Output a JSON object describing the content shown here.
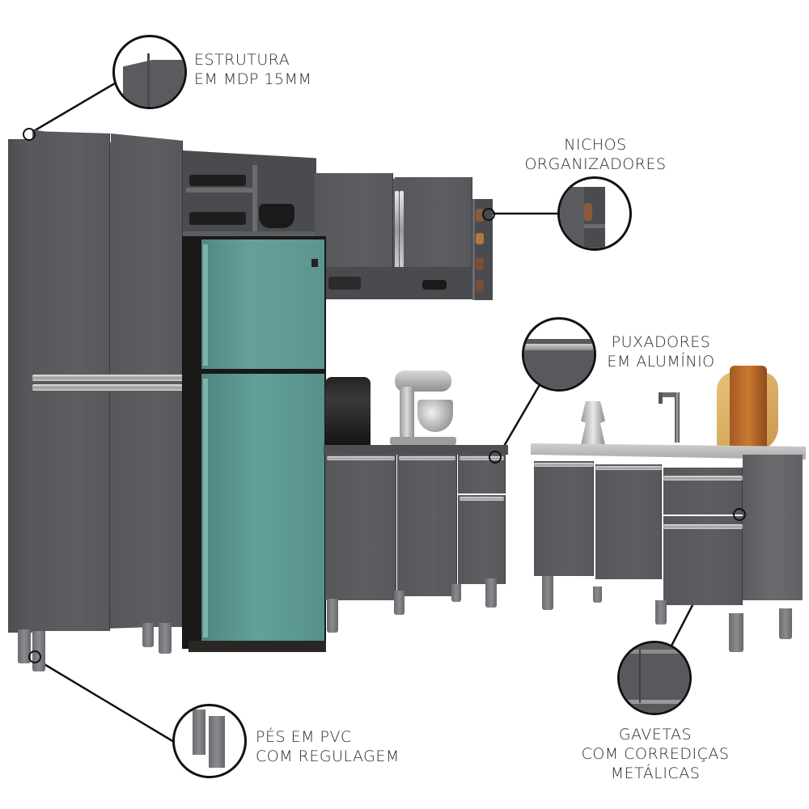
{
  "callouts": {
    "estrutura": {
      "line1": "ESTRUTURA",
      "line2": "EM MDP 15MM",
      "icon": "cabinet-corner-detail"
    },
    "nichos": {
      "line1": "NICHOS",
      "line2": "ORGANIZADORES",
      "icon": "niche-shelf-detail"
    },
    "puxadores": {
      "line1": "PUXADORES",
      "line2": "EM ALUMÍNIO",
      "icon": "aluminum-handle-detail"
    },
    "pes": {
      "line1": "PÉS EM PVC",
      "line2": "COM REGULAGEM",
      "icon": "pvc-feet-detail"
    },
    "gavetas": {
      "line1": "GAVETAS",
      "line2": "COM CORREDIÇAS",
      "line3": "METÁLICAS",
      "icon": "drawer-slide-detail"
    }
  },
  "colors": {
    "cabinet_gray": "#58595d",
    "fridge_teal": "#5f9a95",
    "handle_silver": "#c8c8c8",
    "countertop": "#b8b8b8",
    "text": "#2a2a2a",
    "callout_ring": "#111111",
    "background": "#ffffff"
  },
  "products": {
    "tall_cabinet": "paneleiro-4-portas",
    "wall_cabinet": "aereo-2-portas-com-nichos",
    "fridge": "geladeira-inox-verde",
    "base_cabinet": "balcao-3-portas-1-gaveta",
    "sink_cabinet": "balcao-pia-com-gavetas",
    "appliances": [
      "cafeteira",
      "batedeira",
      "cafeteira-italiana",
      "torneira",
      "tabuas-de-corte"
    ]
  }
}
